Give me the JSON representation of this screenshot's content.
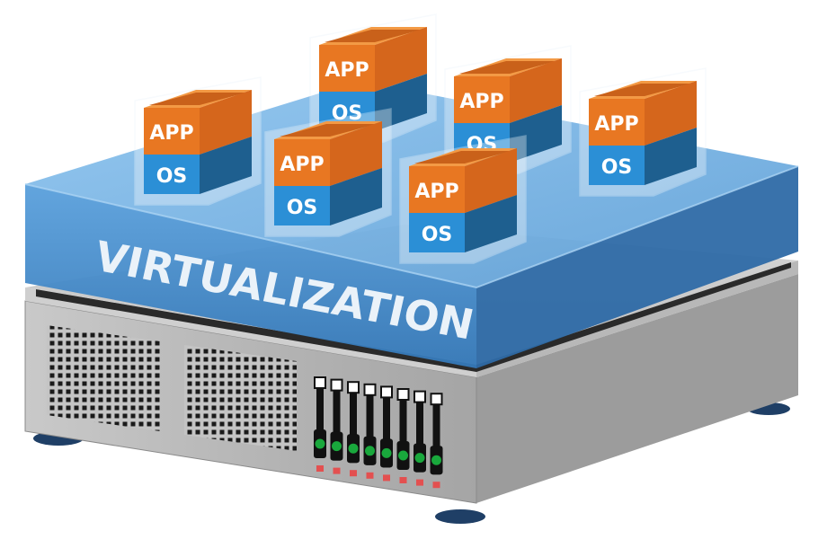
{
  "layer": {
    "label": "VIRTUALIZATION"
  },
  "vms": [
    {
      "app": "APP",
      "os": "OS"
    },
    {
      "app": "APP",
      "os": "OS"
    },
    {
      "app": "APP",
      "os": "OS"
    },
    {
      "app": "APP",
      "os": "OS"
    },
    {
      "app": "APP",
      "os": "OS"
    },
    {
      "app": "APP",
      "os": "OS"
    }
  ],
  "server": {
    "drive_bays": 8
  },
  "colors": {
    "app_orange": "#e87722",
    "os_blue": "#2b8fd6",
    "virt_blue": "#3f86c6",
    "server_gray": "#b4b4b4",
    "led_green": "#19a83c",
    "led_red": "#e35050"
  }
}
